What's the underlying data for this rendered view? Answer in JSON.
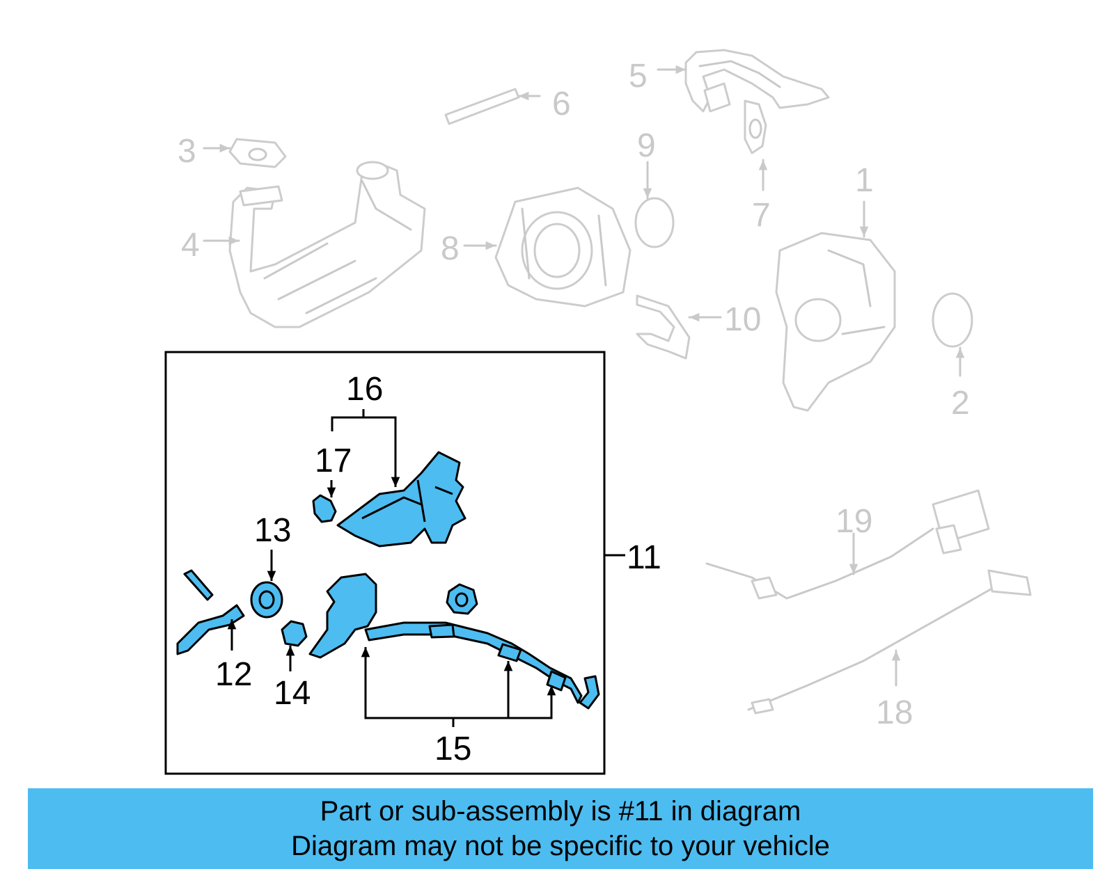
{
  "callouts": {
    "c1": "1",
    "c2": "2",
    "c3": "3",
    "c4": "4",
    "c5": "5",
    "c6": "6",
    "c7": "7",
    "c8": "8",
    "c9": "9",
    "c10": "10",
    "c11": "11",
    "c12": "12",
    "c13": "13",
    "c14": "14",
    "c15": "15",
    "c16": "16",
    "c17": "17",
    "c18": "18",
    "c19": "19"
  },
  "banner": {
    "line1": "Part or sub-assembly is #11 in diagram",
    "line2": "Diagram may not be specific to your vehicle"
  },
  "colors": {
    "highlight": "#4dbcf0",
    "inactive_part": "#cccccc",
    "outline": "#000000"
  }
}
